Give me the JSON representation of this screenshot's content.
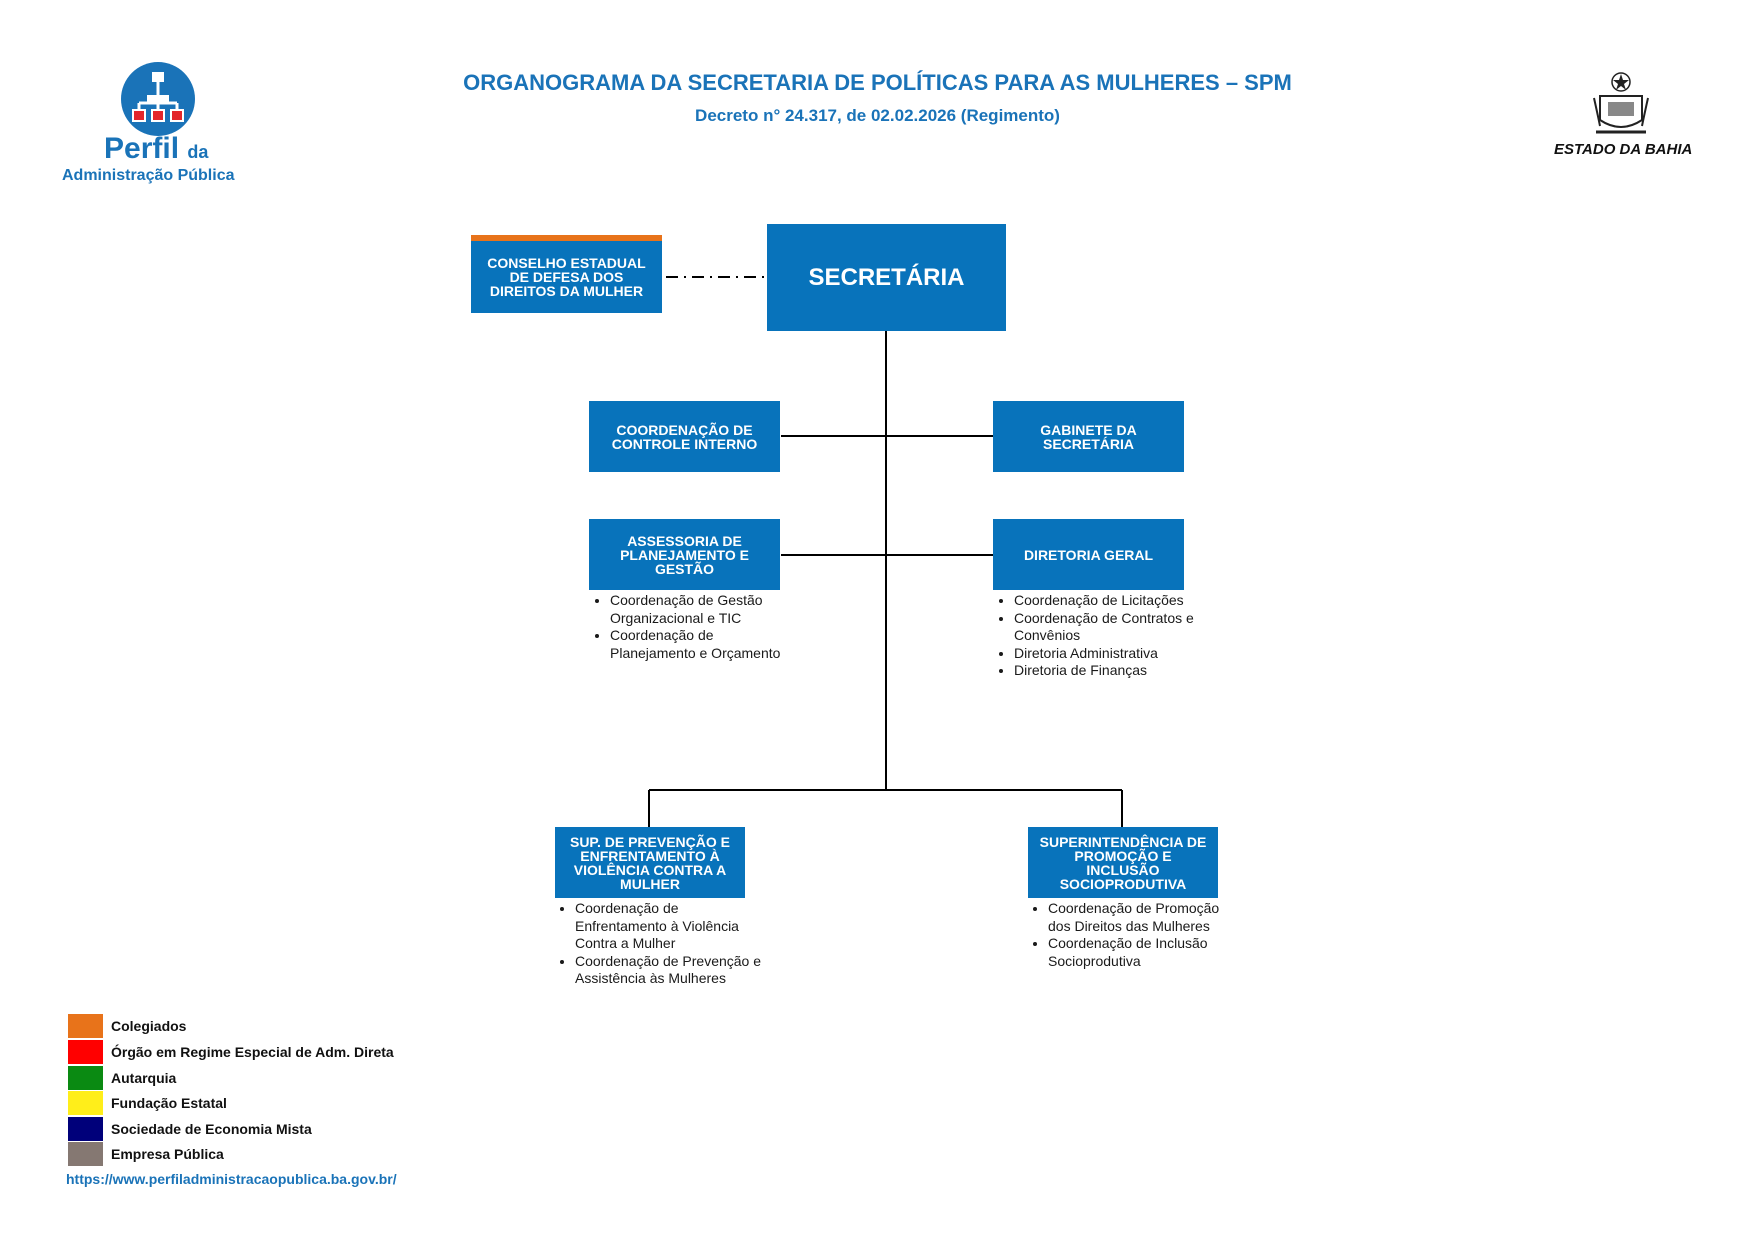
{
  "header": {
    "title": "ORGANOGRAMA DA SECRETARIA DE POLÍTICAS PARA AS MULHERES – SPM",
    "subtitle": "Decreto n° 24.317, de 02.02.2026 (Regimento)"
  },
  "logo_left": {
    "icon": "org-chart-icon",
    "line1": "Perfil",
    "line1_small": "da",
    "line2": "Administração Pública"
  },
  "logo_right": {
    "icon": "bahia-coat-of-arms-icon",
    "text": "ESTADO DA BAHIA"
  },
  "org": {
    "conselho": "CONSELHO ESTADUAL\nDE DEFESA DOS\nDIREITOS DA MULHER",
    "secretaria": "SECRETÁRIA",
    "controle_interno": "COORDENAÇÃO DE\nCONTROLE INTERNO",
    "gabinete": "GABINETE DA\nSECRETÁRIA",
    "assessoria": "ASSESSORIA DE\nPLANEJAMENTO E\nGESTÃO",
    "assessoria_items": [
      "Coordenação de Gestão Organizacional e TIC",
      "Coordenação de Planejamento e Orçamento"
    ],
    "diretoria_geral": "DIRETORIA GERAL",
    "diretoria_items": [
      "Coordenação de Licitações",
      "Coordenação de Contratos e Convênios",
      "Diretoria Administrativa",
      "Diretoria de Finanças"
    ],
    "sup_prevencao": "SUP. DE PREVENÇÃO E\nENFRENTAMENTO À\nVIOLÊNCIA CONTRA A\nMULHER",
    "sup_prevencao_items": [
      "Coordenação de Enfrentamento à Violência Contra a Mulher",
      "Coordenação de Prevenção e Assistência às Mulheres"
    ],
    "sup_promocao": "SUPERINTENDÊNCIA DE\nPROMOÇÃO E\nINCLUSÃO\nSOCIOPRODUTIVA",
    "sup_promocao_items": [
      "Coordenação de Promoção dos Direitos das Mulheres",
      "Coordenação de Inclusão Socioprodutiva"
    ]
  },
  "colors": {
    "box": "#0873bb",
    "title": "#1a73b8",
    "colegiado_bar": "#e8731a"
  },
  "legend": [
    {
      "label": "Colegiados",
      "color": "#e8731a"
    },
    {
      "label": "Órgão em Regime Especial de Adm. Direta",
      "color": "#ff0000"
    },
    {
      "label": "Autarquia",
      "color": "#0a8a12"
    },
    {
      "label": "Fundação Estatal",
      "color": "#ffee1a"
    },
    {
      "label": "Sociedade de Economia Mista",
      "color": "#00007a"
    },
    {
      "label": "Empresa Pública",
      "color": "#857872"
    }
  ],
  "footer": {
    "url": "https://www.perfiladministracaopublica.ba.gov.br/"
  }
}
